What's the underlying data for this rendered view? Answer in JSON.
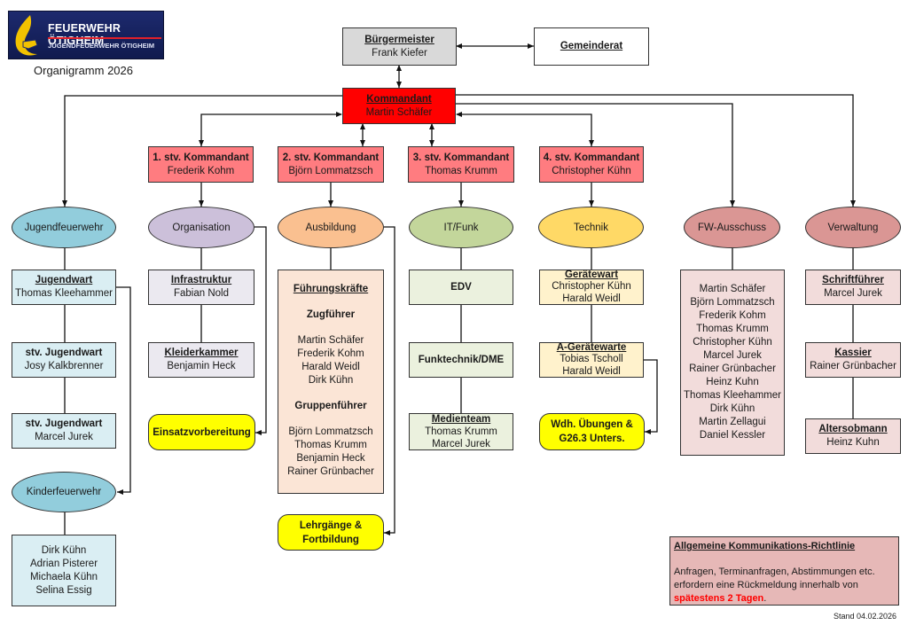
{
  "header": {
    "logo_title": "FEUERWEHR ÖTIGHEIM",
    "logo_subtitle": "JUGENDFEUERWEHR ÖTIGHEIM",
    "document_title": "Organigramm 2026"
  },
  "top": {
    "buergermeister": {
      "title": "Bürgermeister",
      "name": "Frank Kiefer"
    },
    "gemeinderat": {
      "title": "Gemeinderat"
    },
    "kommandant": {
      "title": "Kommandant",
      "name": "Martin Schäfer"
    }
  },
  "deputies": [
    {
      "title": "1. stv. Kommandant",
      "name": "Frederik Kohm"
    },
    {
      "title": "2. stv. Kommandant",
      "name": "Björn Lommatzsch"
    },
    {
      "title": "3. stv. Kommandant",
      "name": "Thomas Krumm"
    },
    {
      "title": "4. stv. Kommandant",
      "name": "Christopher Kühn"
    }
  ],
  "departments": {
    "jugendfeuerwehr": {
      "label": "Jugendfeuerwehr",
      "boxes": [
        {
          "title": "Jugendwart",
          "name": "Thomas Kleehammer"
        },
        {
          "title": "stv. Jugendwart",
          "name": "Josy Kalkbrenner"
        },
        {
          "title": "stv. Jugendwart",
          "name": "Marcel Jurek"
        }
      ]
    },
    "kinderfeuerwehr": {
      "label": "Kinderfeuerwehr",
      "members": [
        "Dirk Kühn",
        "Adrian Pisterer",
        "Michaela Kühn",
        "Selina Essig"
      ]
    },
    "organisation": {
      "label": "Organisation",
      "boxes": [
        {
          "title": "Infrastruktur",
          "name": "Fabian Nold"
        },
        {
          "title": "Kleiderkammer",
          "name": "Benjamin Heck"
        }
      ],
      "task": "Einsatzvorbereitung"
    },
    "ausbildung": {
      "label": "Ausbildung",
      "heading": "Führungskräfte",
      "zugfuehrer_label": "Zugführer",
      "zugfuehrer": [
        "Martin Schäfer",
        "Frederik Kohm",
        "Harald Weidl",
        "Dirk Kühn"
      ],
      "gruppenfuehrer_label": "Gruppenführer",
      "gruppenfuehrer": [
        "Björn Lommatzsch",
        "Thomas Krumm",
        "Benjamin Heck",
        "Rainer Grünbacher"
      ],
      "task_line1": "Lehrgänge &",
      "task_line2": "Fortbildung"
    },
    "it_funk": {
      "label": "IT/Funk",
      "edv": "EDV",
      "funktechnik": "Funktechnik/DME",
      "medienteam": {
        "title": "Medienteam",
        "members": [
          "Thomas Krumm",
          "Marcel Jurek"
        ]
      }
    },
    "technik": {
      "label": "Technik",
      "geraetewart": {
        "title": "Gerätewart",
        "members": [
          "Christopher Kühn",
          "Harald Weidl"
        ]
      },
      "a_geraetewarte": {
        "title": "A-Gerätewarte",
        "members": [
          "Tobias Tscholl",
          "Harald Weidl"
        ]
      },
      "task_line1": "Wdh. Übungen &",
      "task_line2": "G26.3 Unters."
    },
    "fw_ausschuss": {
      "label": "FW-Ausschuss",
      "members": [
        "Martin Schäfer",
        "Björn Lommatzsch",
        "Frederik Kohm",
        "Thomas Krumm",
        "Christopher Kühn",
        "Marcel Jurek",
        "Rainer Grünbacher",
        "Heinz Kuhn",
        "Thomas Kleehammer",
        "Dirk Kühn",
        "Martin Zellagui",
        "Daniel Kessler"
      ]
    },
    "verwaltung": {
      "label": "Verwaltung",
      "boxes": [
        {
          "title": "Schriftführer",
          "name": "Marcel Jurek"
        },
        {
          "title": "Kassier",
          "name": "Rainer Grünbacher"
        },
        {
          "title": "Altersobmann",
          "name": "Heinz Kuhn"
        }
      ]
    }
  },
  "notice": {
    "title": "Allgemeine Kommunikations-Richtlinie",
    "text": "Anfragen, Terminanfragen, Abstimmungen etc. erfordern eine Rückmeldung innerhalb von",
    "highlight": "spätestens 2 Tagen",
    "end": "."
  },
  "footer": {
    "stand": "Stand 04.02.2026"
  },
  "colors": {
    "kommandant": "#ff0000",
    "deputy": "#ff7c80",
    "jugendfeuerwehr": "#92cddc",
    "organisation": "#ccc0da",
    "ausbildung": "#fac090",
    "it_funk": "#c3d69b",
    "technik": "#ffd966",
    "ausschuss": "#da9694",
    "task": "#ffff00",
    "notice": "#e6b8b7"
  }
}
